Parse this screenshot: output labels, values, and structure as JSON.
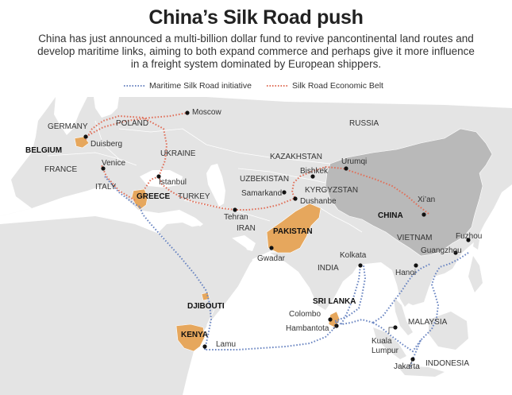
{
  "title": "China’s Silk Road push",
  "subtitle": [
    "China has just announced a multi-billion dollar fund to revive pancontinental land routes and",
    "develop maritime links, aiming to both expand commerce and perhaps give it more influence",
    "in a freight system dominated by European shippers."
  ],
  "legend": {
    "maritime": "Maritime Silk Road initiative",
    "economic_belt": "Silk Road Economic Belt"
  },
  "colors": {
    "maritime_route": "#6b86c2",
    "land_route": "#e0705a",
    "highlight_country": "#e6a75d",
    "china": "#b9b9b9",
    "land": "#e4e4e4",
    "sea": "#ffffff",
    "city_dot": "#111111"
  },
  "countries": {
    "russia": "RUSSIA",
    "germany": "GERMANY",
    "poland": "POLAND",
    "belgium": "BELGIUM",
    "france": "FRANCE",
    "italy": "ITALY",
    "ukraine": "UKRAINE",
    "kazakhstan": "KAZAKHSTAN",
    "uzbekistan": "UZBEKISTAN",
    "kyrgyzstan": "KYRGYZSTAN",
    "greece": "GREECE",
    "turkey": "TURKEY",
    "iran": "IRAN",
    "pakistan": "PAKISTAN",
    "china": "CHINA",
    "india": "INDIA",
    "vietnam": "VIETNAM",
    "djibouti": "DJIBOUTI",
    "kenya": "KENYA",
    "sri_lanka": "SRI LANKA",
    "malaysia": "MALAYSIA",
    "indonesia": "INDONESIA"
  },
  "cities": {
    "moscow": "Moscow",
    "duisberg": "Duisberg",
    "venice": "Venice",
    "istanbul": "Istanbul",
    "tehran": "Tehran",
    "samarkand": "Samarkand",
    "dushanbe": "Dushanbe",
    "bishkek": "Bishkek",
    "urumqi": "Urumqi",
    "xian": "Xi’an",
    "gwadar": "Gwadar",
    "kolkata": "Kolkata",
    "colombo": "Colombo",
    "hambantota": "Hambantota",
    "kuala": "Kuala",
    "lumpur": "Lumpur",
    "jakarta": "Jakarta",
    "hanoi": "Hanoi",
    "guangzhou": "Guangzhou",
    "fuzhou": "Fuzhou",
    "lamu": "Lamu"
  }
}
